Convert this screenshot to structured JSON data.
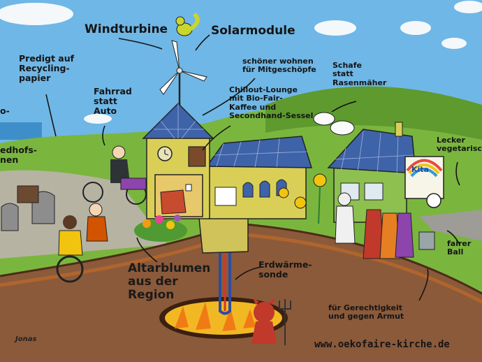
{
  "labels": {
    "windturbine": "Windturbine",
    "solarmodule": "Solarmodule",
    "predigt": "Predigt auf\nRecycling-\npapier",
    "fahrrad": "Fahrrad\nstatt\nAuto",
    "schoener_wohnen": "schöner wohnen\nfür Mitgeschöpfe",
    "chillout": "Chillout-Lounge\nmit Bio-Fair-\nKaffee und\nSecondhand-Sessel",
    "schafe": "Schafe\nstatt\nRasenmäher",
    "lecker": "Lecker\nvegetarisch",
    "friedhof": "edhofs-\nnen",
    "edge_o": "o-",
    "altarblumen": "Altarblumen\naus der\nRegion",
    "erdwaerme": "Erdwärme-\nsonde",
    "fairer_ball": "fairer\nBall",
    "gerechtigkeit": "für Gerechtigkeit\nund gegen Armut",
    "website": "www.oekofaire-kirche.de",
    "kita": "Kita",
    "signature": "Jonas"
  },
  "colors": {
    "sky": "#6fb7e6",
    "hill": "#7ab63e",
    "hill_dark": "#5e9a2e",
    "earth": "#8b5a3a",
    "church_wall": "#d9cf57",
    "roof_solar": "#3f63a8",
    "fire": "#f2b824",
    "devil": "#c0392b"
  }
}
